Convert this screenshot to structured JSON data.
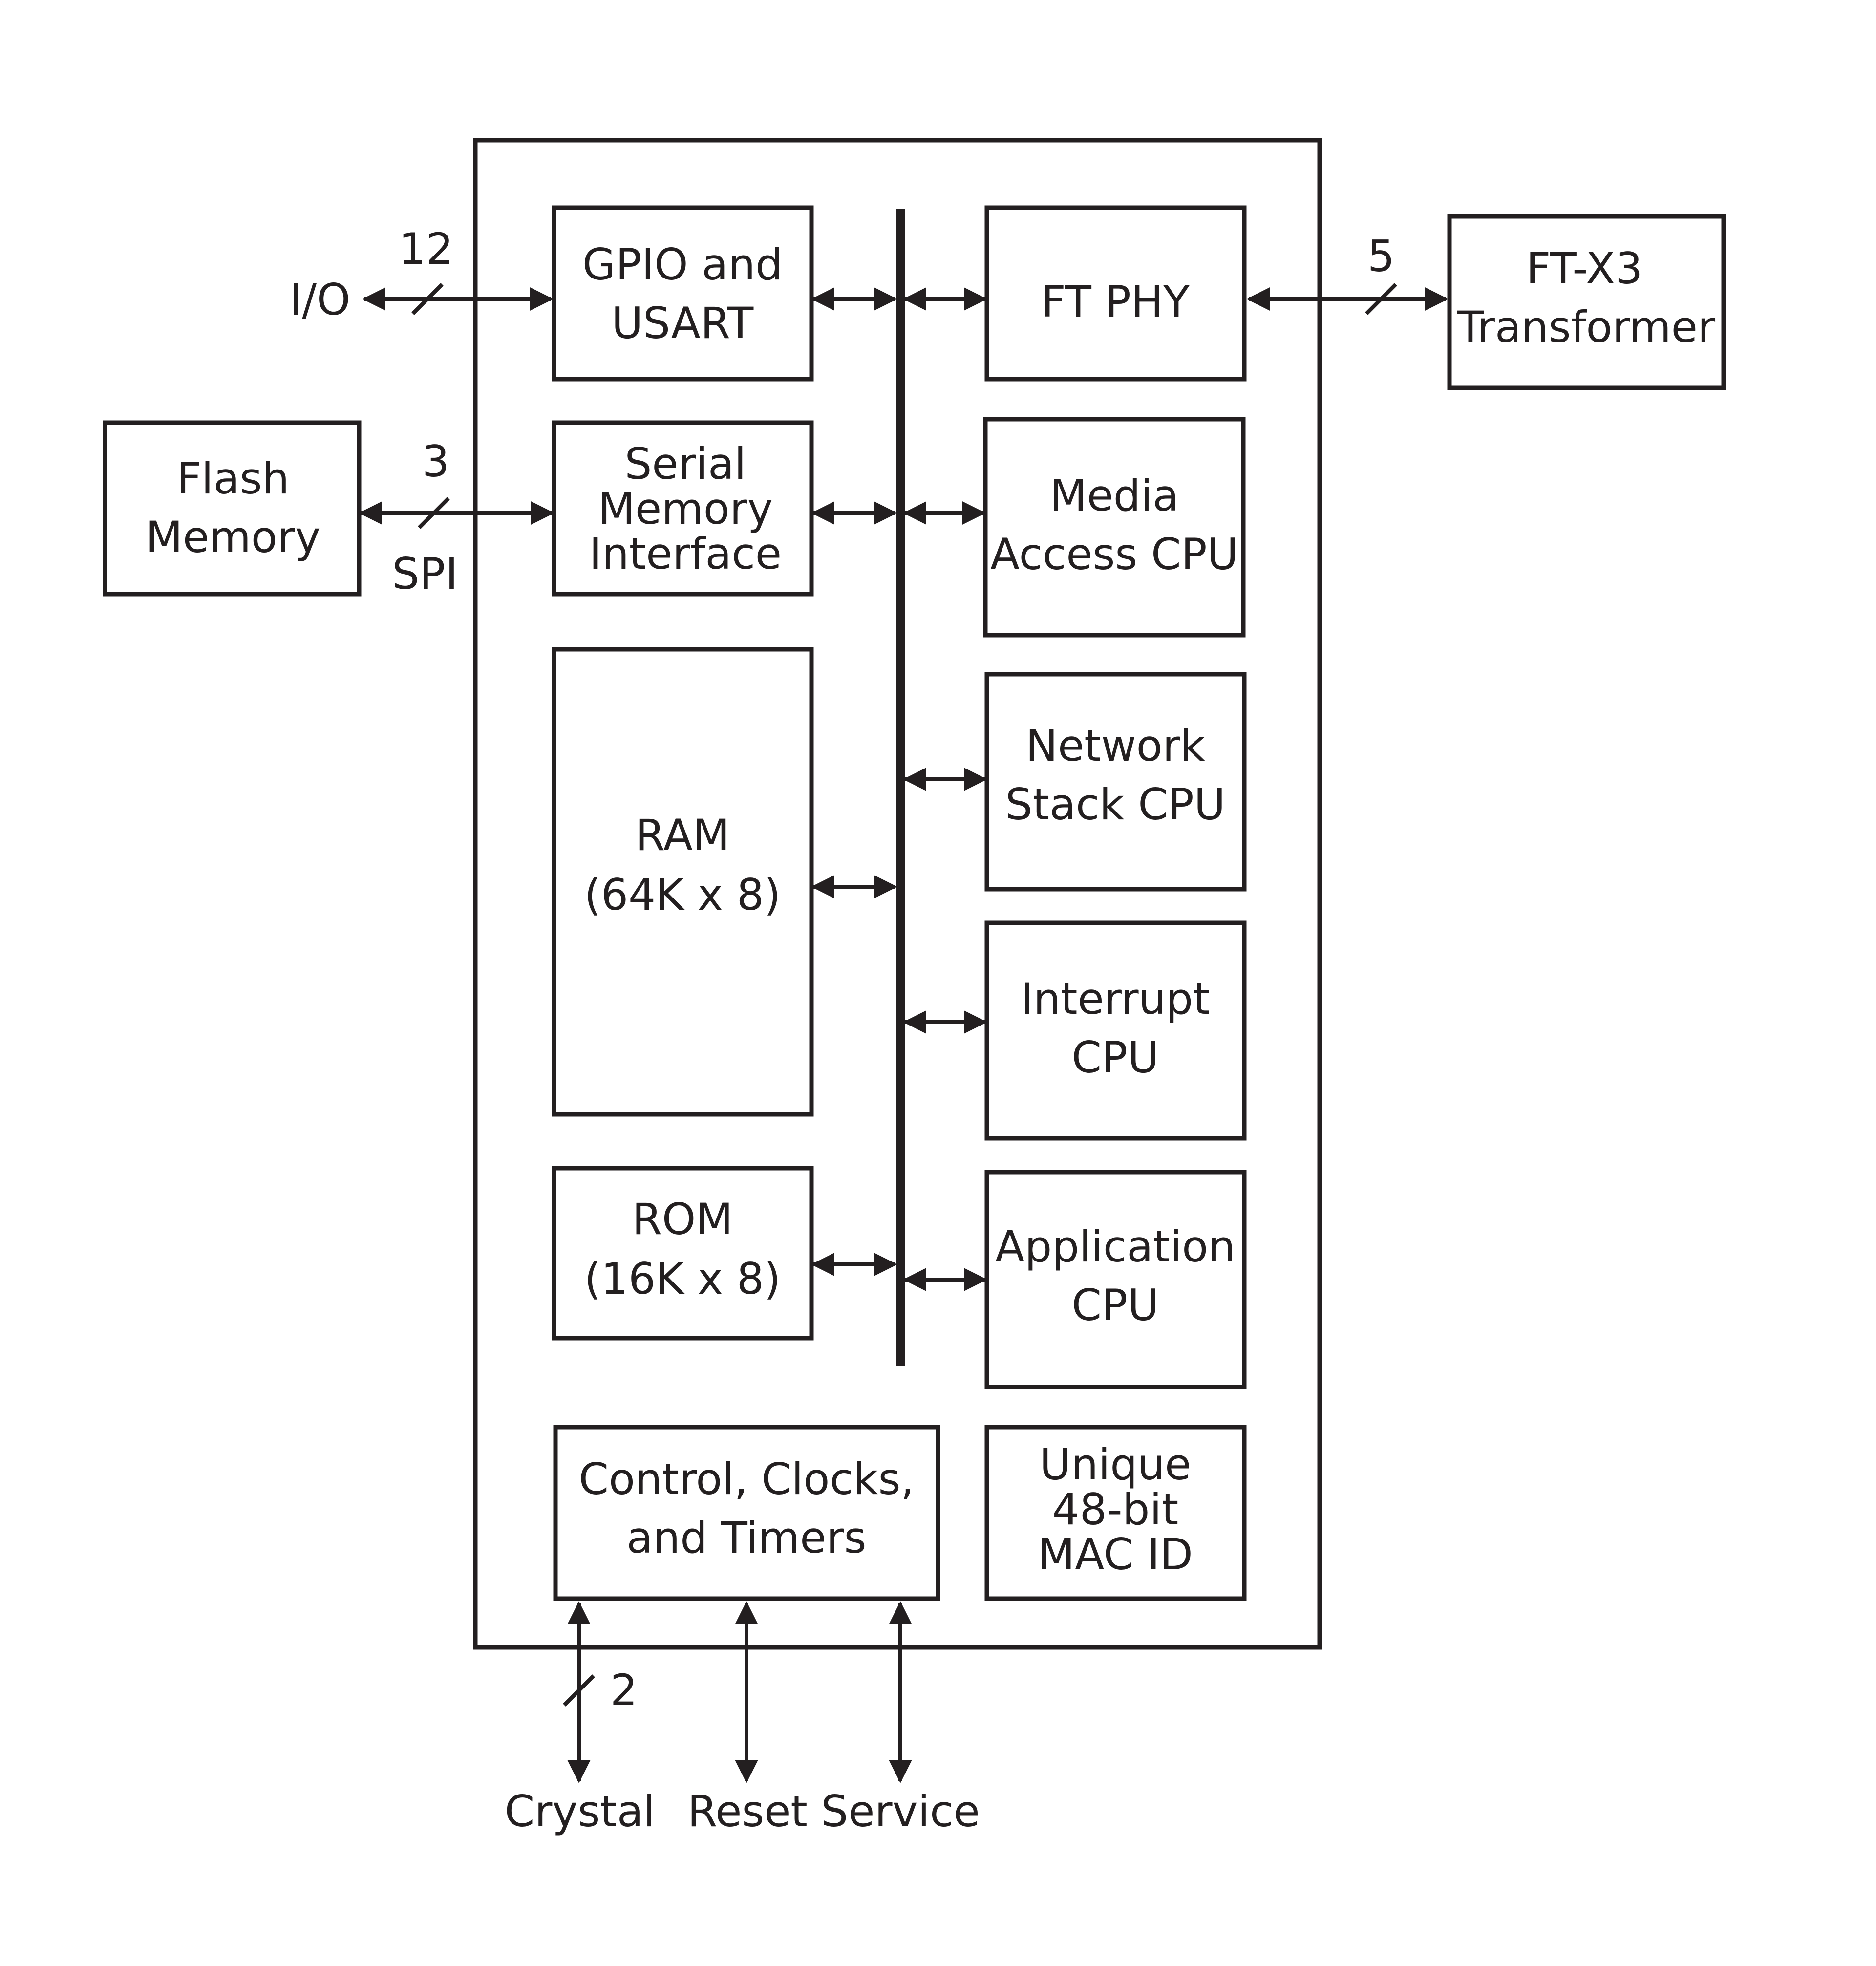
{
  "blocks": {
    "gpio": [
      "GPIO and",
      "USART"
    ],
    "serial": [
      "Serial",
      "Memory",
      "Interface"
    ],
    "ram": [
      "RAM",
      "(64K x 8)"
    ],
    "rom": [
      "ROM",
      "(16K x 8)"
    ],
    "control": [
      "Control, Clocks,",
      "and Timers"
    ],
    "ftphy": [
      "FT PHY"
    ],
    "media": [
      "Media",
      "Access CPU"
    ],
    "network": [
      "Network",
      "Stack CPU"
    ],
    "interrupt": [
      "Interrupt",
      "CPU"
    ],
    "application": [
      "Application",
      "CPU"
    ],
    "mac": [
      "Unique",
      "48-bit",
      "MAC ID"
    ],
    "flash": [
      "Flash",
      "Memory"
    ],
    "transformer": [
      "FT-X3",
      "Transformer"
    ]
  },
  "signals": {
    "io": {
      "label": "I/O",
      "width": "12"
    },
    "spi": {
      "label": "SPI",
      "width": "3"
    },
    "phy": {
      "width": "5"
    },
    "crystal": {
      "label": "Crystal",
      "width": "2"
    },
    "reset": {
      "label": "Reset"
    },
    "service": {
      "label": "Service"
    }
  }
}
